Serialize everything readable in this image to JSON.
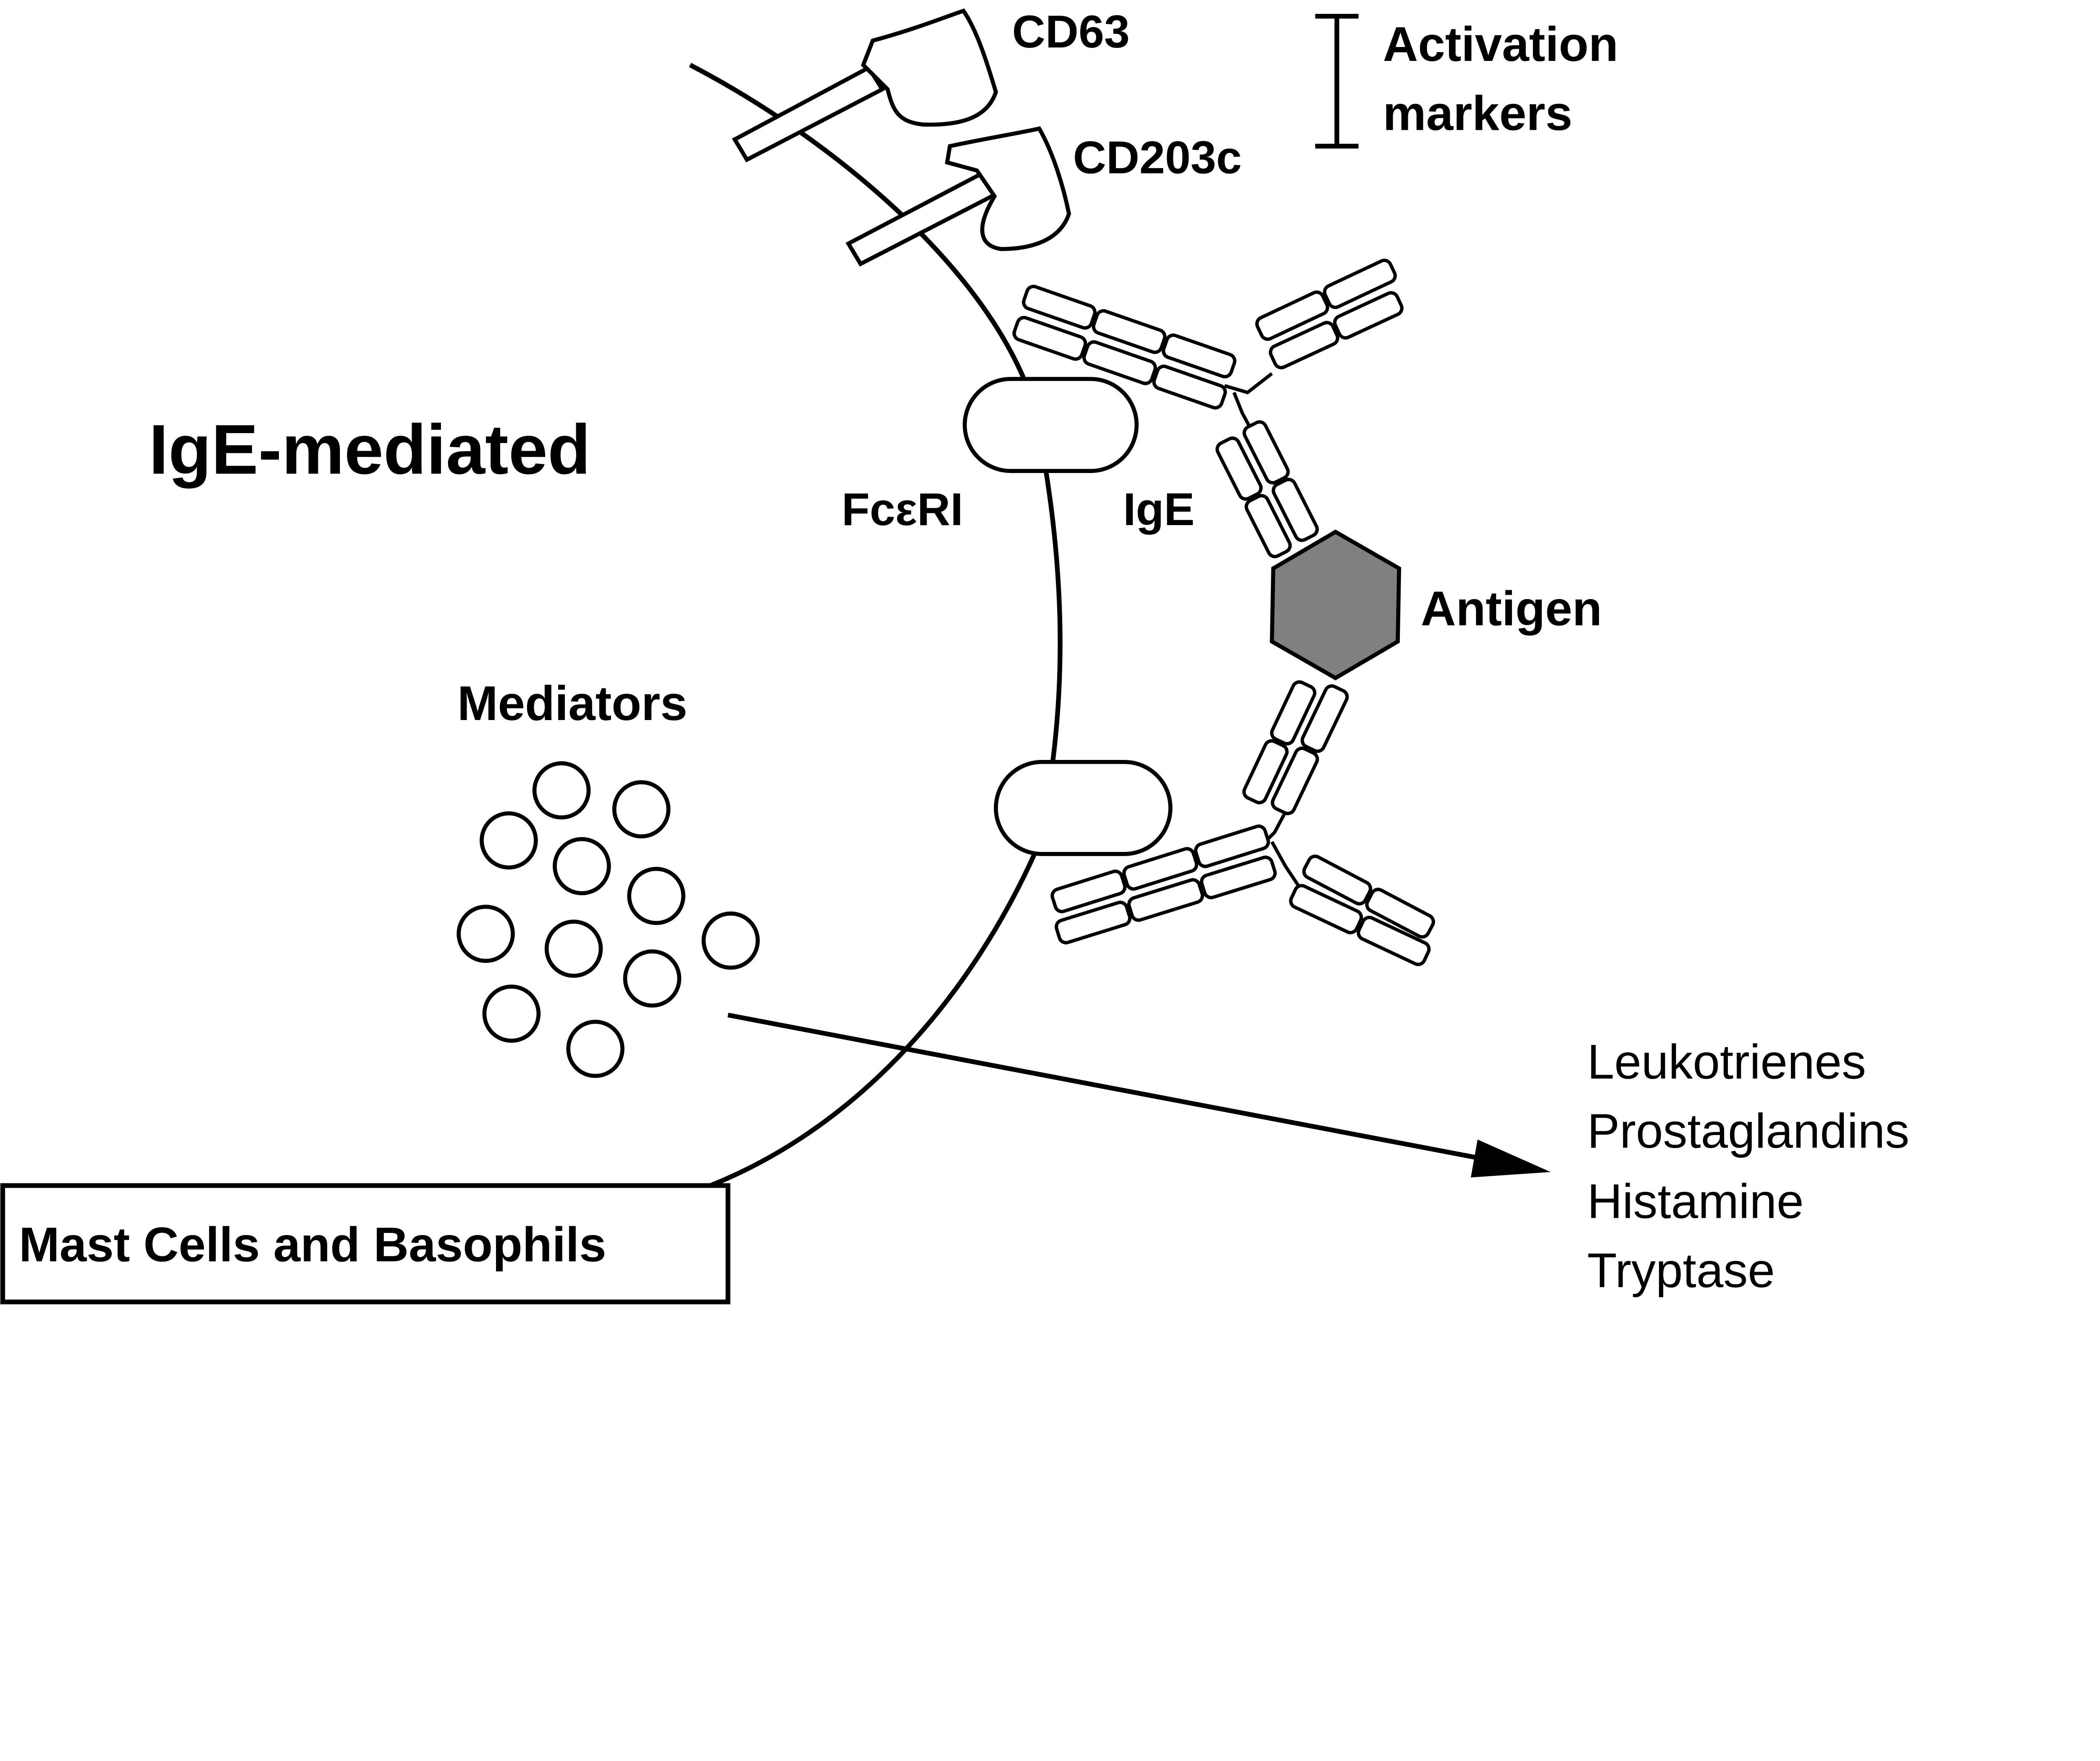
{
  "title": "IgE-mediated",
  "cell_label": "Mast Cells and Basophils",
  "activation_markers": {
    "label_line1": "Activation",
    "label_line2": "markers",
    "markers": [
      "CD63",
      "CD203c"
    ]
  },
  "labels": {
    "receptor": "FcεRI",
    "antibody": "IgE",
    "antigen": "Antigen",
    "mediators": "Mediators"
  },
  "released_mediators": [
    "Leukotrienes",
    "Prostaglandins",
    "Histamine",
    "Tryptase"
  ],
  "colors": {
    "antigen_fill": "#808080",
    "stroke": "#000000"
  }
}
